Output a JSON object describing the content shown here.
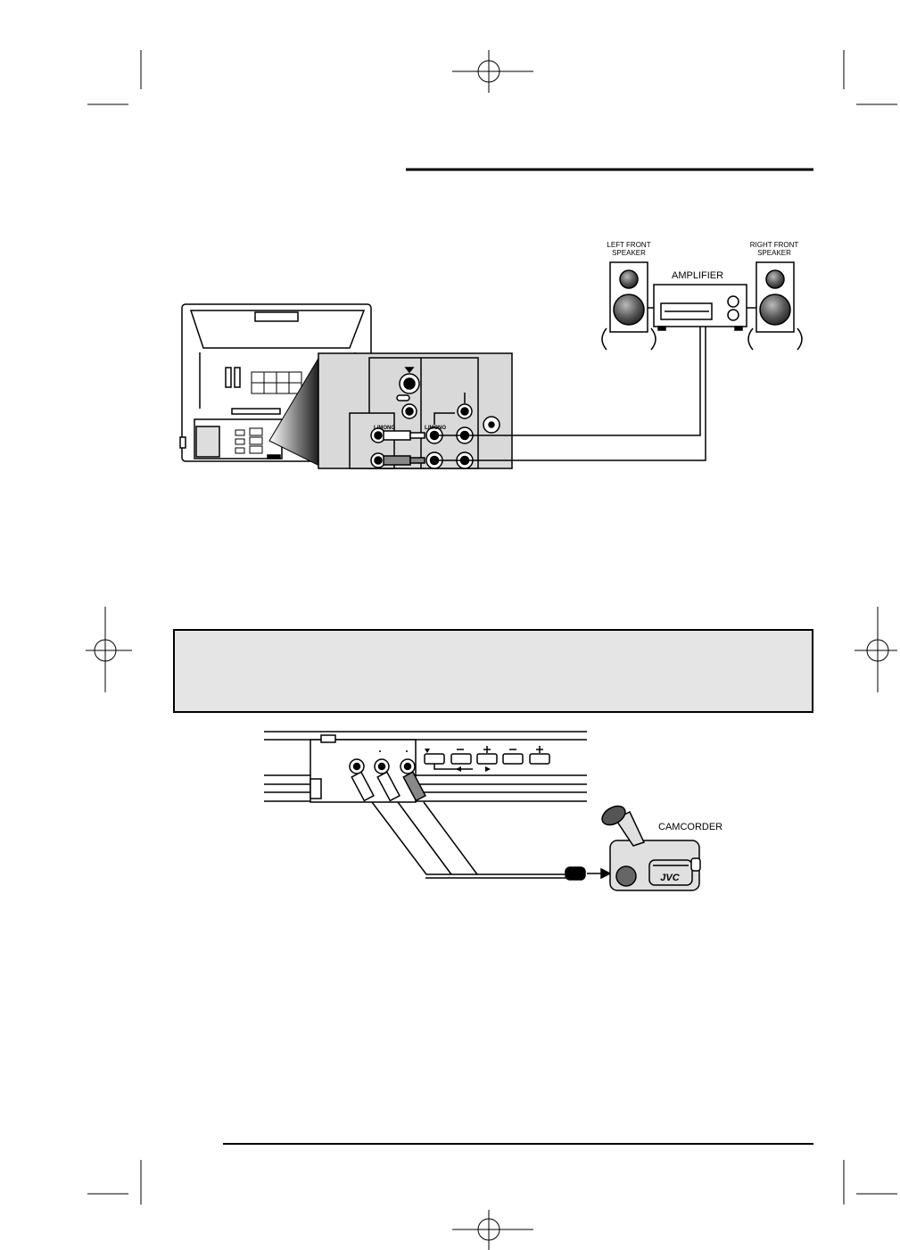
{
  "amplifier_diagram": {
    "left_speaker_label_line1": "LEFT FRONT",
    "left_speaker_label_line2": "SPEAKER",
    "right_speaker_label_line1": "RIGHT FRONT",
    "right_speaker_label_line2": "SPEAKER",
    "amplifier_label": "AMPLIFIER",
    "jack_label_left": "L/MONO",
    "jack_label_center": "L/MONO"
  },
  "camcorder_diagram": {
    "camcorder_label": "CAMCORDER",
    "camcorder_brand": "JVC"
  },
  "colors": {
    "ink": "#000000",
    "note_box_fill": "#e5e5e5",
    "panel_fill": "#d9d9d9",
    "speaker_cone": "#555555"
  }
}
